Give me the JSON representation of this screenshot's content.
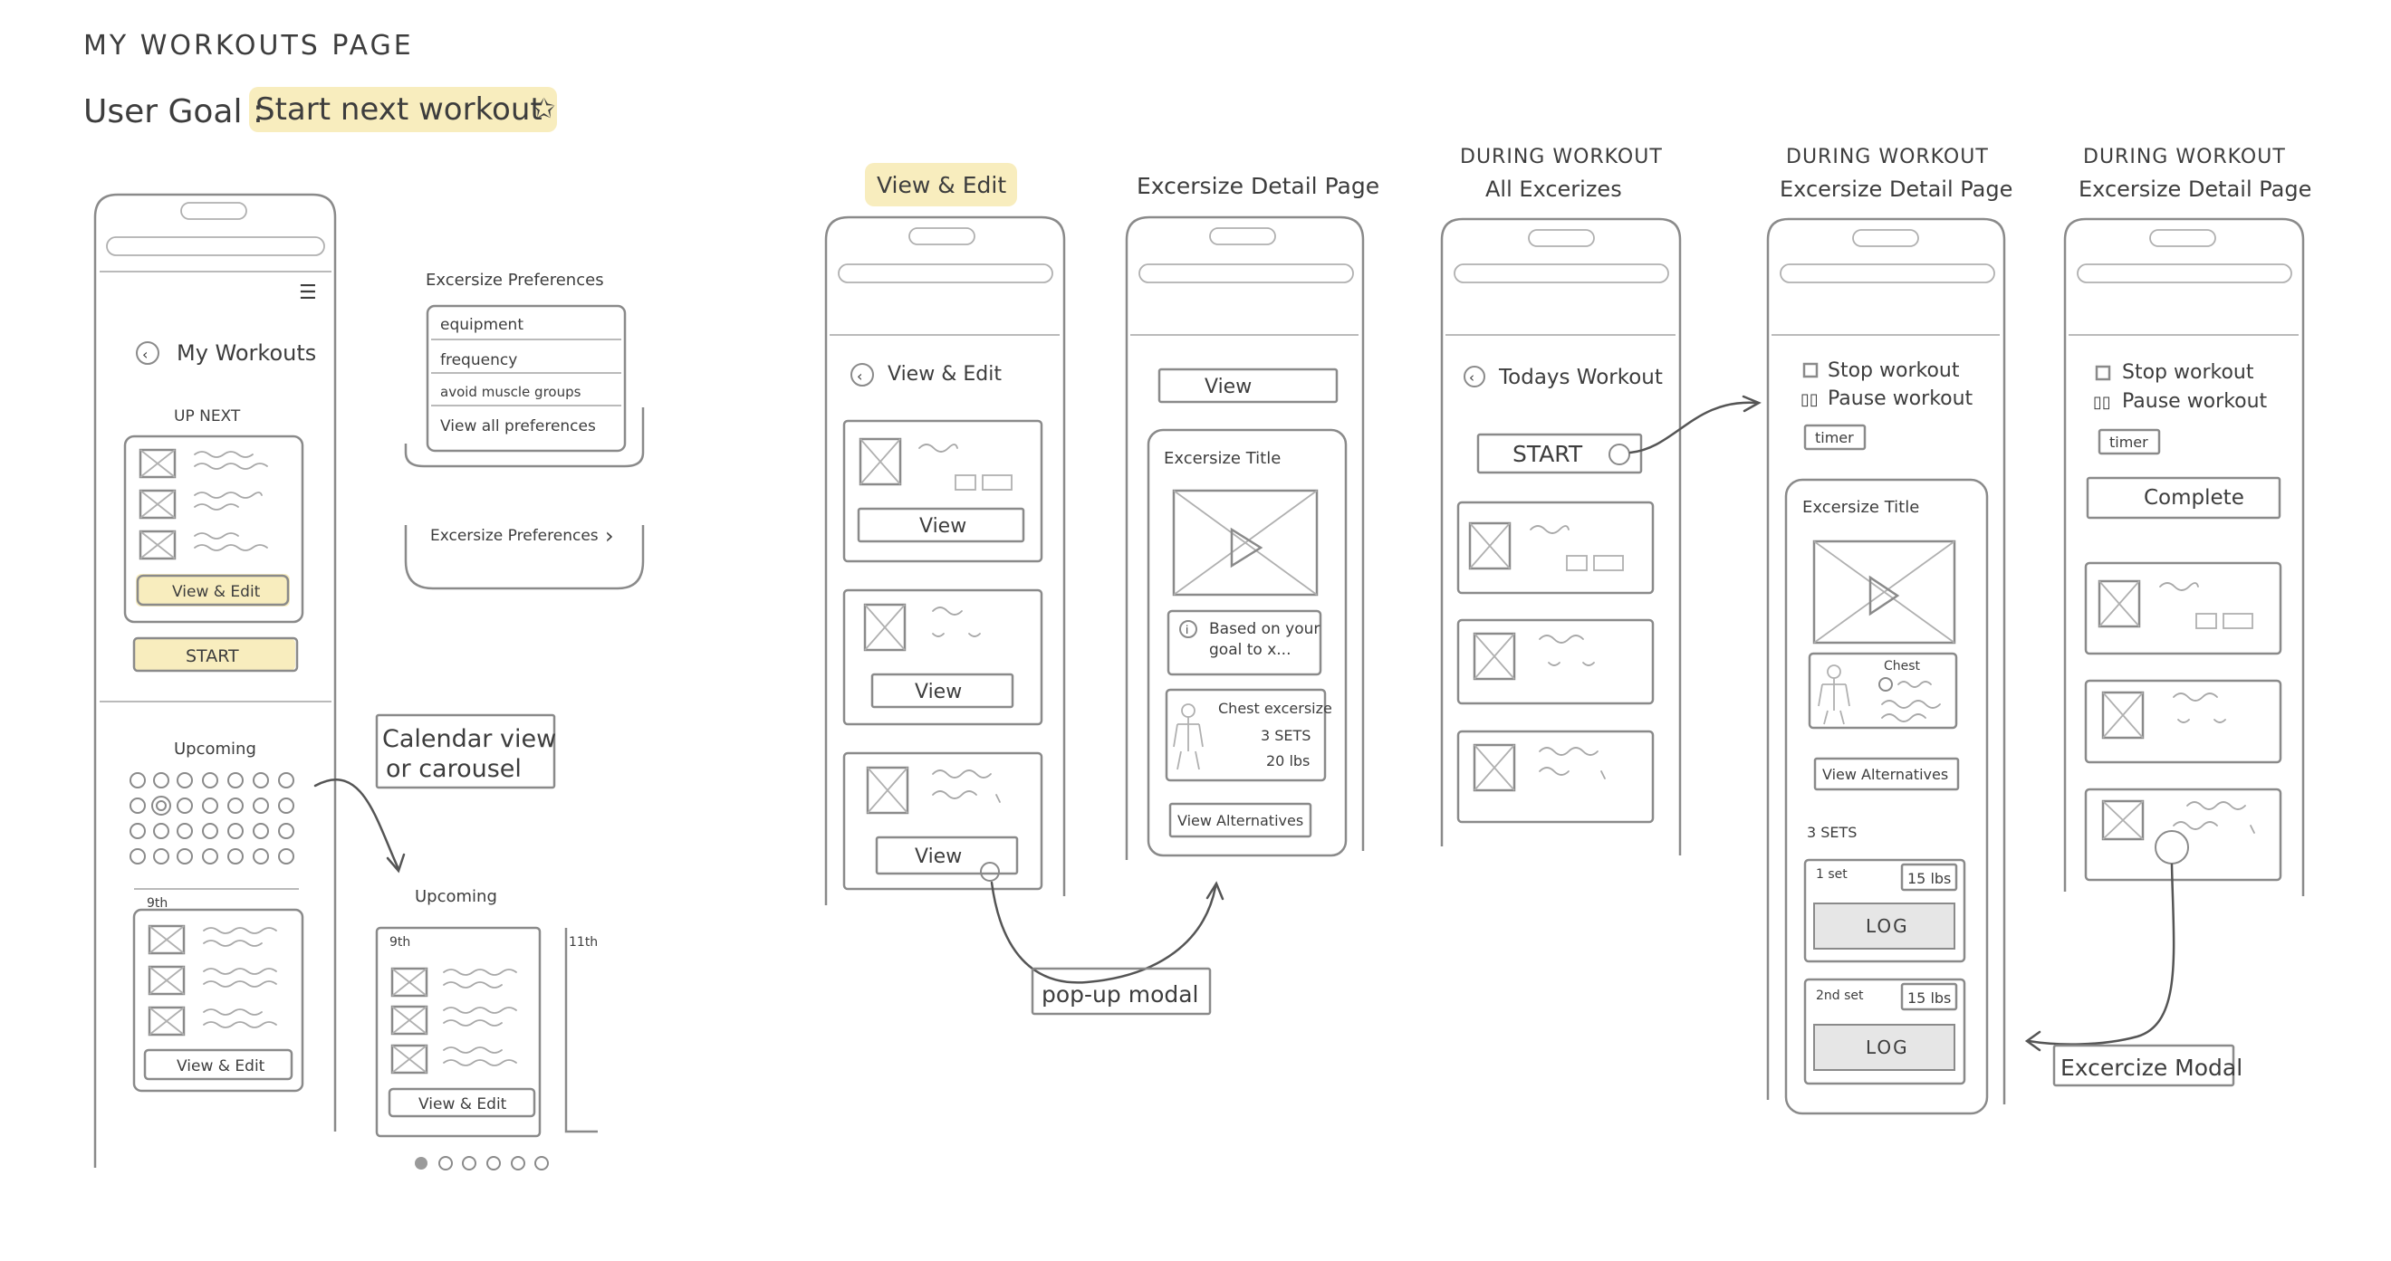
{
  "header": {
    "page_title": "MY WORKOUTS PAGE",
    "goal_prefix": "User Goal :",
    "goal_text": "Start next workout"
  },
  "screen1": {
    "title": "My Workouts",
    "up_next": "UP NEXT",
    "view_edit": "View & Edit",
    "start": "START",
    "upcoming": "Upcoming",
    "date_9": "9th",
    "view_edit_2": "View & Edit"
  },
  "prefs": {
    "heading": "Excersize Preferences",
    "items": [
      "equipment",
      "frequency",
      "avoid muscle groups",
      "View all preferences"
    ],
    "row_label": "Excersize Preferences"
  },
  "notes": {
    "calendar_line1": "Calendar view",
    "calendar_line2": "or carousel",
    "popup": "pop-up modal",
    "exercise_modal": "Excercize Modal"
  },
  "carousel": {
    "heading": "Upcoming",
    "date_9": "9th",
    "date_11": "11th",
    "view_edit": "View & Edit"
  },
  "view_edit_screen": {
    "label": "View & Edit",
    "title": "View & Edit",
    "view_1": "View",
    "view_2": "View",
    "view_3": "View"
  },
  "detail_screen": {
    "label": "Excersize Detail Page",
    "view_tab": "View",
    "exercise_title": "Excersize Title",
    "info_line1": "Based on your",
    "info_line2": "goal to x...",
    "muscle": "Chest excersize",
    "sets": "3 SETS",
    "weight": "20 lbs",
    "alternatives": "View Alternatives"
  },
  "all_exercises_screen": {
    "label_line1": "DURING WORKOUT",
    "label_line2": "All Excerizes",
    "title": "Todays Workout",
    "start": "START"
  },
  "during_detail_screen": {
    "label_line1": "DURING WORKOUT",
    "label_line2": "Excersize Detail Page",
    "stop": "Stop workout",
    "pause": "Pause workout",
    "timer": "timer",
    "exercise_title": "Excersize Title",
    "muscle": "Chest",
    "alternatives": "View Alternatives",
    "sets_label": "3 SETS",
    "set1": "1 set",
    "set2": "2nd set",
    "weight": "15 lbs",
    "log": "LOG"
  },
  "during_detail_screen_2": {
    "label_line1": "DURING WORKOUT",
    "label_line2": "Excersize Detail Page",
    "stop": "Stop workout",
    "pause": "Pause workout",
    "timer": "timer",
    "complete": "Complete"
  },
  "colors": {
    "highlight": "#f7eab3",
    "stroke": "#8a8a8a",
    "ink": "#3d3d3d"
  }
}
